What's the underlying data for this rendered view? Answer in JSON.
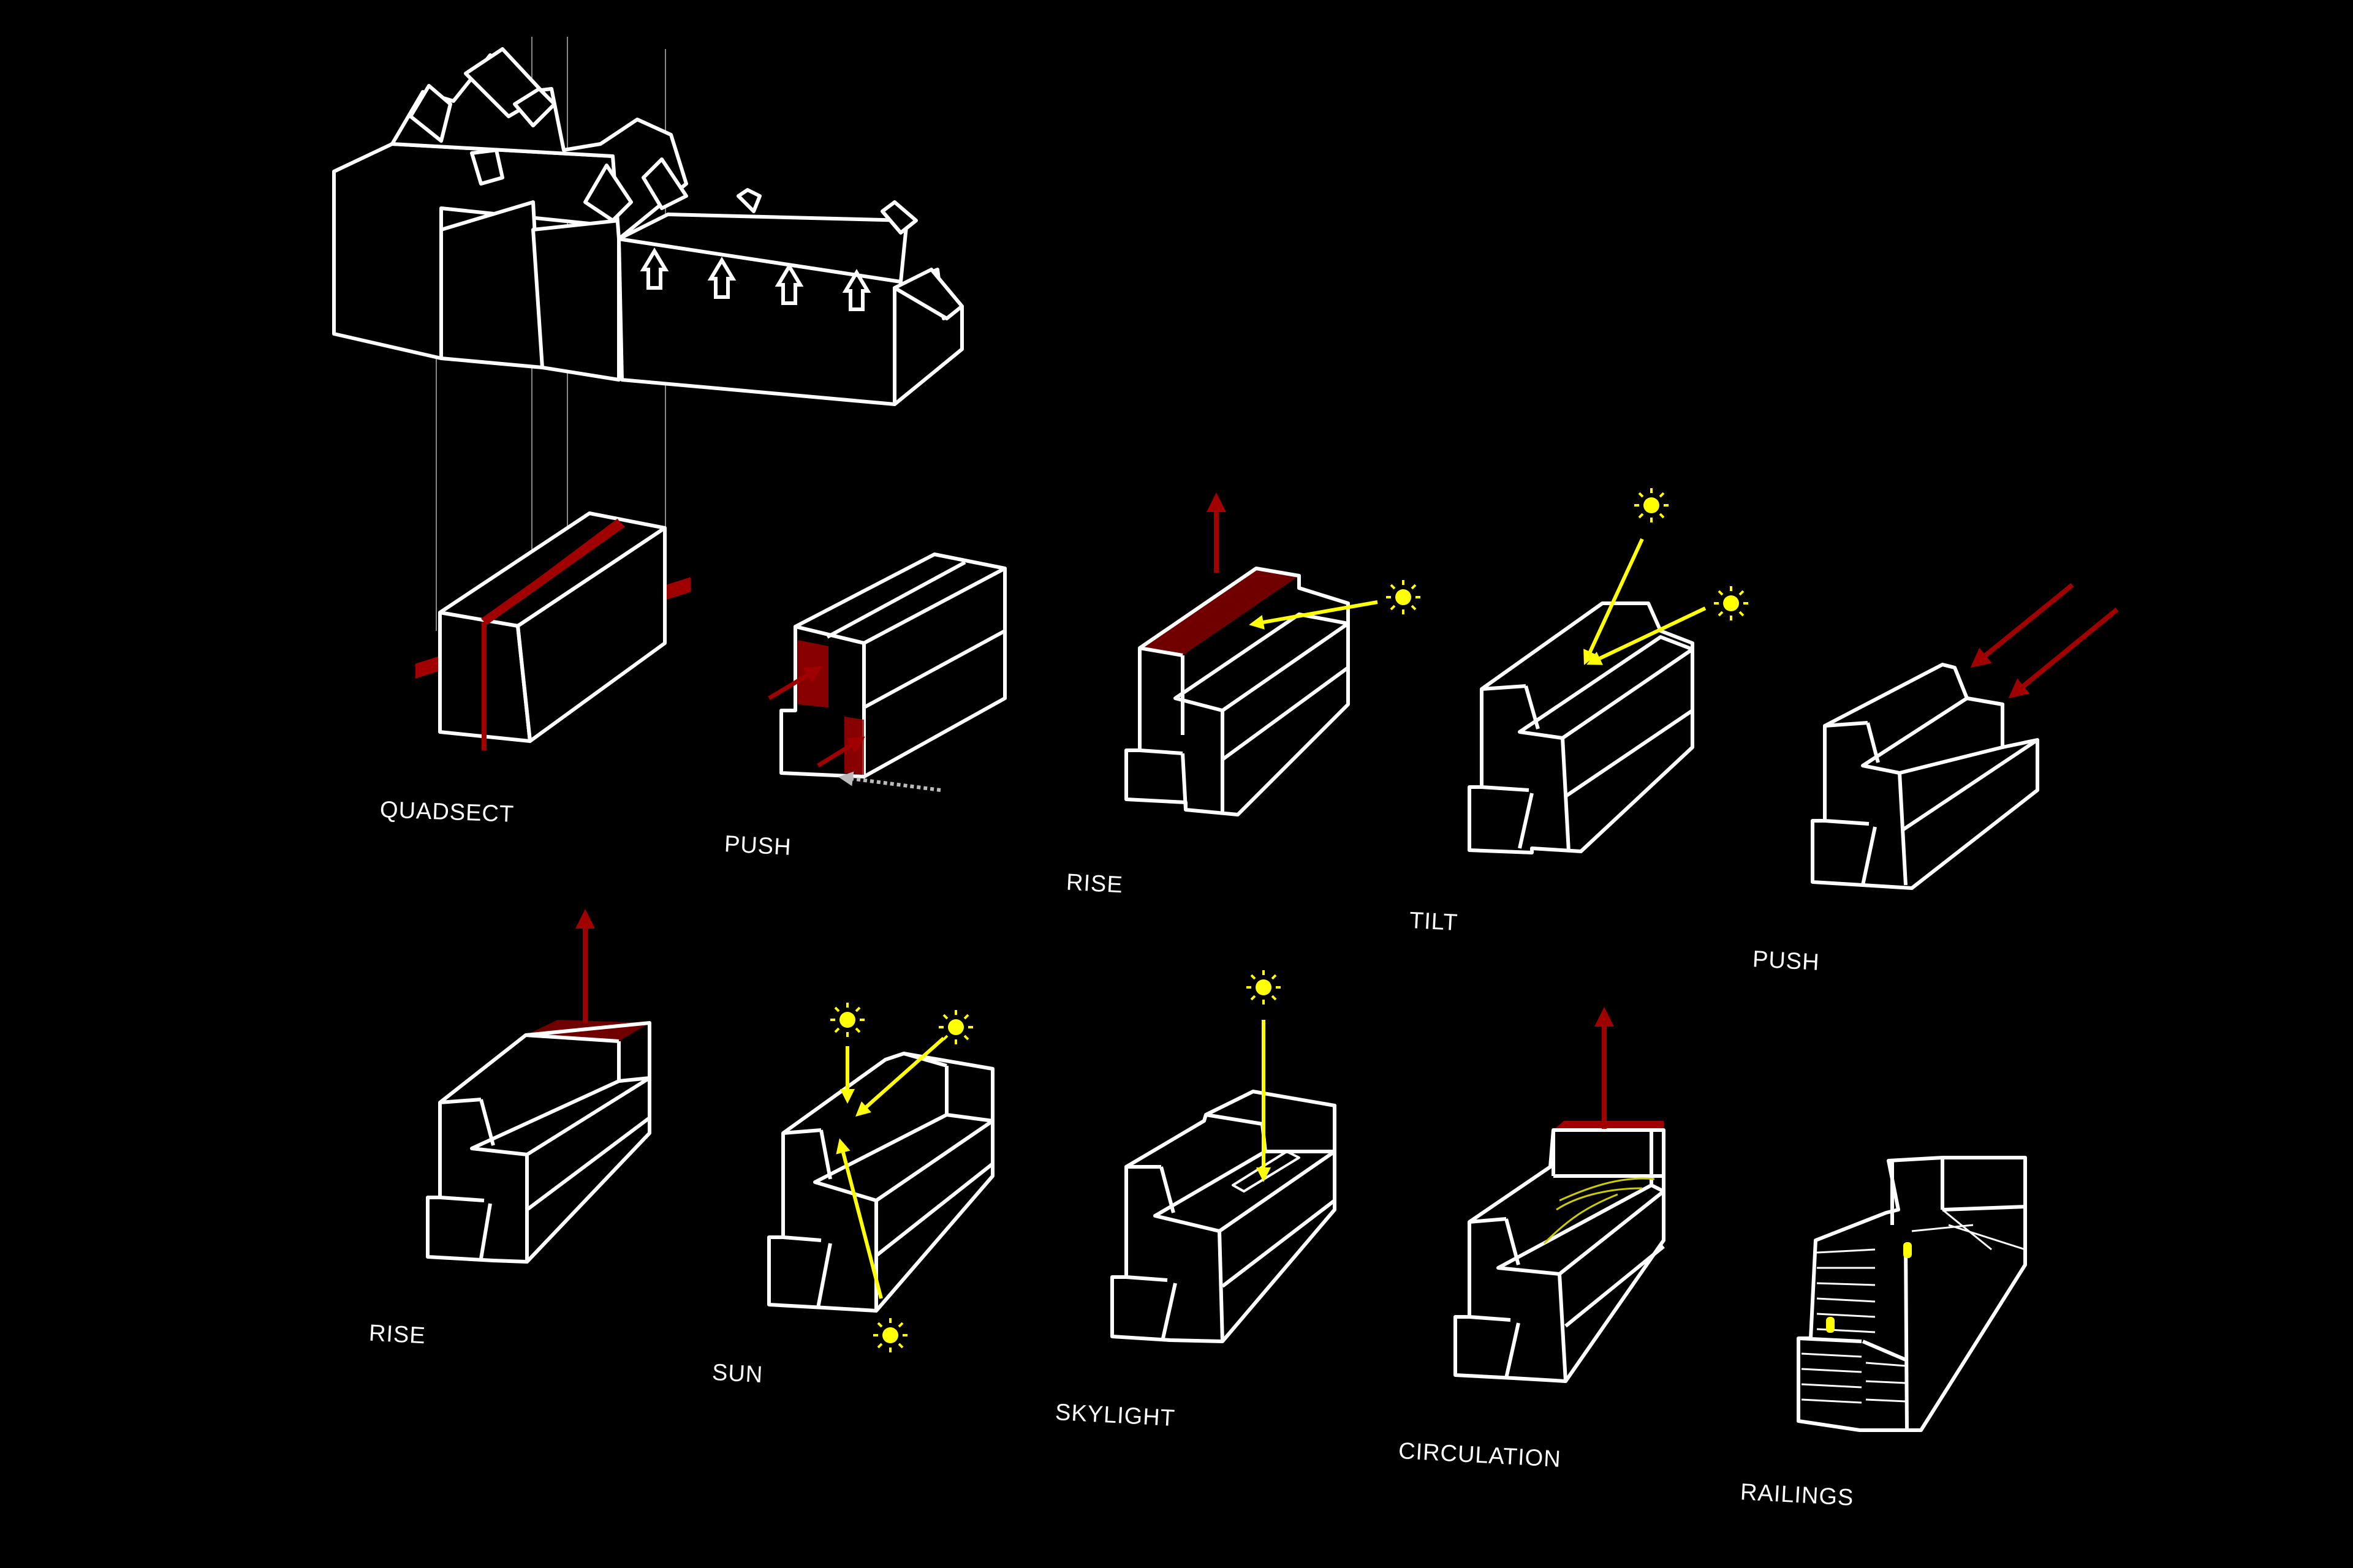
{
  "diagram": {
    "background": "#000000",
    "line_color": "#ffffff",
    "accent_red": "#a00000",
    "accent_yellow": "#ffff00",
    "stages": [
      {
        "id": "quadsect",
        "label": "QUADSECT"
      },
      {
        "id": "push-1",
        "label": "PUSH"
      },
      {
        "id": "rise-1",
        "label": "RISE"
      },
      {
        "id": "tilt",
        "label": "TILT"
      },
      {
        "id": "push-2",
        "label": "PUSH"
      },
      {
        "id": "rise-2",
        "label": "RISE"
      },
      {
        "id": "sun",
        "label": "SUN"
      },
      {
        "id": "skylight",
        "label": "SKYLIGHT"
      },
      {
        "id": "circulation",
        "label": "CIRCULATION"
      },
      {
        "id": "railings",
        "label": "RAILINGS"
      }
    ]
  }
}
